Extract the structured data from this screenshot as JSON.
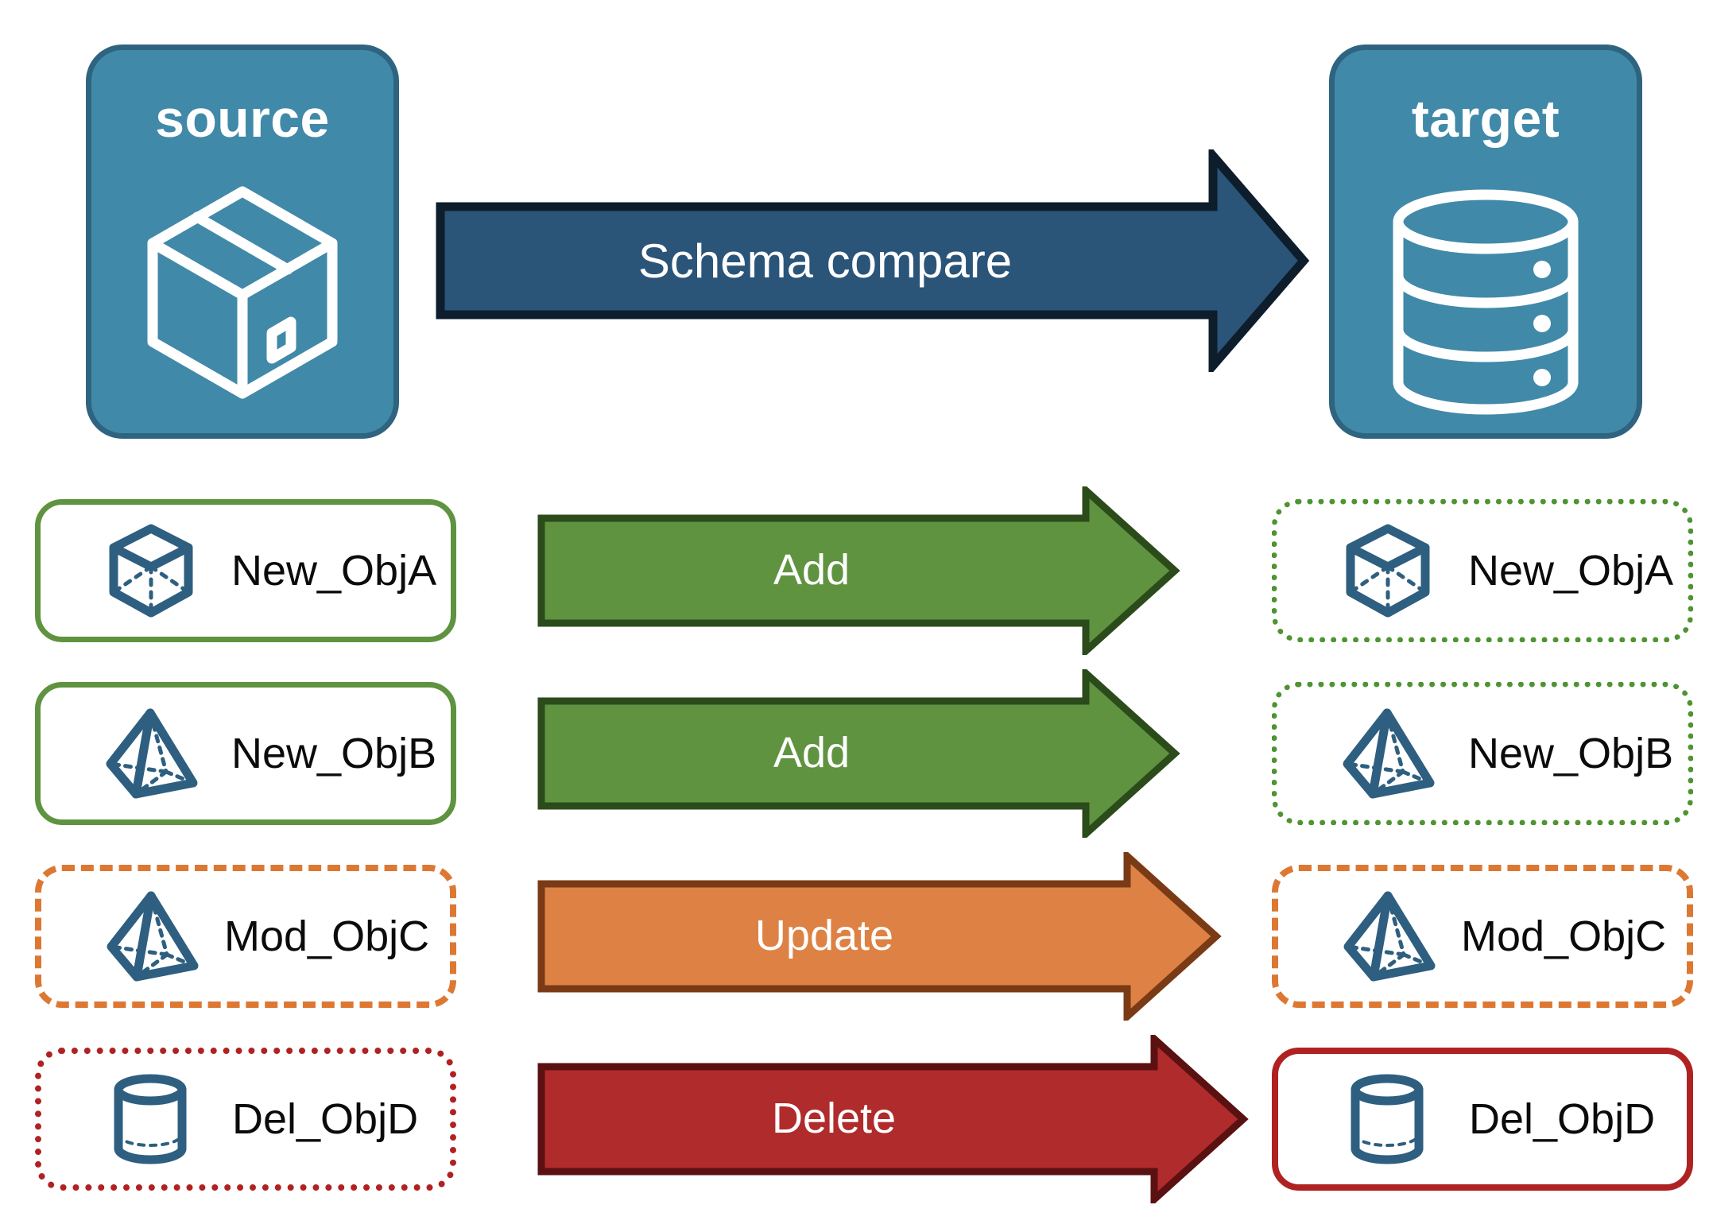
{
  "diagram": {
    "title": "Schema compare between source and target",
    "background": "#ffffff"
  },
  "endpoints": {
    "source": {
      "label": "source",
      "icon": "package-box-icon",
      "fill": "#4189A8",
      "border": "#2E6480",
      "title_color": "#ffffff"
    },
    "target": {
      "label": "target",
      "icon": "database-cylinder-icon",
      "fill": "#4189A8",
      "border": "#2E6480",
      "title_color": "#ffffff"
    }
  },
  "main_arrow": {
    "label": "Schema compare",
    "fill": "#2B5479",
    "border": "#0E1D2B",
    "text_color": "#ffffff"
  },
  "colors": {
    "add": "#5F9340",
    "add_border": "#2B4B1B",
    "update": "#DD8244",
    "update_border": "#7A3A15",
    "delete": "#B02B2B",
    "delete_border": "#5B1111",
    "icon_blue": "#2E5F80",
    "card_fill": "#ffffff"
  },
  "rows": [
    {
      "action": "Add",
      "action_fill": "#5F9340",
      "action_border": "#2B4B1B",
      "source": {
        "name": "New_ObjA",
        "icon": "cube-wireframe-icon",
        "border_color": "#5F9340",
        "border_style": "solid"
      },
      "target": {
        "name": "New_ObjA",
        "icon": "cube-wireframe-icon",
        "border_color": "#4E9431",
        "border_style": "dotted"
      }
    },
    {
      "action": "Add",
      "action_fill": "#5F9340",
      "action_border": "#2B4B1B",
      "source": {
        "name": "New_ObjB",
        "icon": "pyramid-wireframe-icon",
        "border_color": "#5F9340",
        "border_style": "solid"
      },
      "target": {
        "name": "New_ObjB",
        "icon": "pyramid-wireframe-icon",
        "border_color": "#4E9431",
        "border_style": "dotted"
      }
    },
    {
      "action": "Update",
      "action_fill": "#DD8244",
      "action_border": "#7A3A15",
      "source": {
        "name": "Mod_ObjC",
        "icon": "pyramid-wireframe-icon",
        "border_color": "#DD7833",
        "border_style": "dashed"
      },
      "target": {
        "name": "Mod_ObjC",
        "icon": "pyramid-wireframe-icon",
        "border_color": "#DD7833",
        "border_style": "dashed"
      }
    },
    {
      "action": "Delete",
      "action_fill": "#B02B2B",
      "action_border": "#5B1111",
      "source": {
        "name": "Del_ObjD",
        "icon": "cylinder-wireframe-icon",
        "border_color": "#B02222",
        "border_style": "dotted"
      },
      "target": {
        "name": "Del_ObjD",
        "icon": "cylinder-wireframe-icon",
        "border_color": "#B02222",
        "border_style": "solid"
      }
    }
  ]
}
